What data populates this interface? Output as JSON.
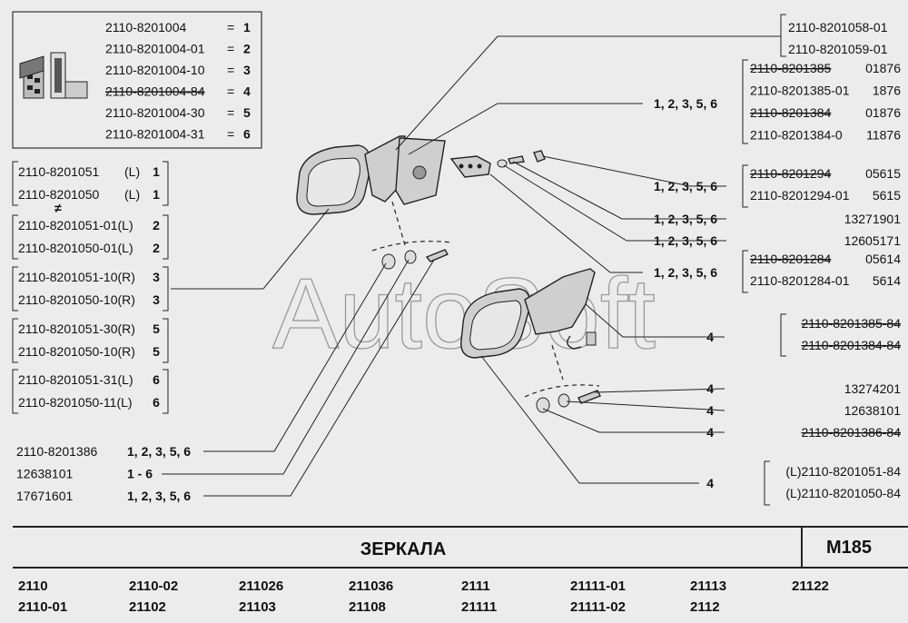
{
  "legend": {
    "rows": [
      {
        "code": "2110-8201004",
        "eq": "=",
        "num": "1"
      },
      {
        "code": "2110-8201004-01",
        "eq": "=",
        "num": "2"
      },
      {
        "code": "2110-8201004-10",
        "eq": "=",
        "num": "3"
      },
      {
        "code": "2110-8201004-84",
        "eq": "=",
        "num": "4"
      },
      {
        "code": "2110-8201004-30",
        "eq": "=",
        "num": "5"
      },
      {
        "code": "2110-8201004-31",
        "eq": "=",
        "num": "6"
      }
    ]
  },
  "left_groups": [
    {
      "lines": [
        {
          "code": "2110-8201051",
          "side": "(L)",
          "num": "1"
        },
        {
          "code": "2110-8201050",
          "side": "(L)",
          "num": "1"
        }
      ],
      "note": "≠"
    },
    {
      "lines": [
        {
          "code": "2110-8201051-01(L)",
          "side": "",
          "num": "2"
        },
        {
          "code": "2110-8201050-01(L)",
          "side": "",
          "num": "2"
        }
      ]
    },
    {
      "lines": [
        {
          "code": "2110-8201051-10(R)",
          "side": "",
          "num": "3"
        },
        {
          "code": "2110-8201050-10(R)",
          "side": "",
          "num": "3"
        }
      ]
    },
    {
      "lines": [
        {
          "code": "2110-8201051-30(R)",
          "side": "",
          "num": "5"
        },
        {
          "code": "2110-8201050-10(R)",
          "side": "",
          "num": "5"
        }
      ]
    },
    {
      "lines": [
        {
          "code": "2110-8201051-31(L)",
          "side": "",
          "num": "6"
        },
        {
          "code": "2110-8201050-11(L)",
          "side": "",
          "num": "6"
        }
      ]
    }
  ],
  "bottom_left": [
    {
      "code": "2110-8201386",
      "apps": "1, 2, 3, 5, 6"
    },
    {
      "code": "12638101",
      "apps": "1 - 6"
    },
    {
      "code": "17671601",
      "apps": "1, 2, 3, 5, 6"
    }
  ],
  "right_group_top": {
    "lines": [
      "2110-8201058-01",
      "2110-8201059-01"
    ]
  },
  "right_group_1": {
    "apps": "1, 2, 3, 5, 6",
    "rows": [
      {
        "code": "2110-8201385",
        "val": "01876"
      },
      {
        "code": "2110-8201385-01",
        "val": "1876"
      },
      {
        "code": "2110-8201384",
        "val": "01876"
      },
      {
        "code": "2110-8201384-0",
        "val": "11876"
      }
    ]
  },
  "right_group_2": {
    "apps": "1, 2, 3, 5, 6",
    "rows": [
      {
        "code": "2110-8201294",
        "val": "05615"
      },
      {
        "code": "2110-8201294-01",
        "val": "5615"
      }
    ]
  },
  "right_single_1": {
    "apps": "1, 2, 3, 5, 6",
    "code": "13271901"
  },
  "right_single_2": {
    "apps": "1, 2, 3, 5, 6",
    "code": "12605171"
  },
  "right_group_3": {
    "apps": "1, 2, 3, 5, 6",
    "rows": [
      {
        "code": "2110-8201284",
        "val": "05614"
      },
      {
        "code": "2110-8201284-01",
        "val": "5614"
      }
    ]
  },
  "right_group_4": {
    "apps": "4",
    "lines": [
      "2110-8201385-84",
      "2110-8201384-84"
    ]
  },
  "right_single_3": {
    "apps": "4",
    "code": "13274201"
  },
  "right_single_4": {
    "apps": "4",
    "code": "12638101"
  },
  "right_single_5": {
    "apps": "4",
    "code": "2110-8201386-84"
  },
  "right_group_5": {
    "apps": "4",
    "lines": [
      "(L)2110-8201051-84",
      "(L)2110-8201050-84"
    ]
  },
  "watermark": "AutoSoft",
  "title": "ЗЕРКАЛА",
  "page_code": "M185",
  "models": [
    "2110",
    "2110-02",
    "211026",
    "211036",
    "2111",
    "21111-01",
    "21113",
    "21122",
    "2110-01",
    "21102",
    "21103",
    "21108",
    "21111",
    "21111-02",
    "2112"
  ],
  "colors": {
    "background": "#ececec",
    "ink": "#111111",
    "watermark": "#9a9a9a"
  },
  "icons": [
    "parts-box-icon"
  ]
}
